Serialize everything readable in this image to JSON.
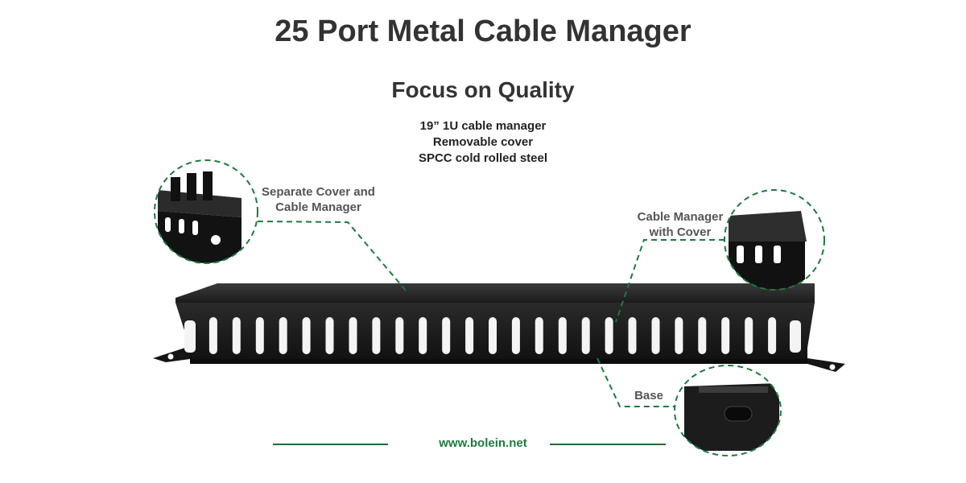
{
  "header": {
    "title": "25 Port Metal Cable Manager",
    "subtitle": "Focus on Quality"
  },
  "features": [
    "19” 1U cable manager",
    "Removable cover",
    "SPCC cold rolled steel"
  ],
  "callouts": {
    "separate_cover": [
      "Separate Cover and",
      "Cable Manager"
    ],
    "with_cover": [
      "Cable Manager",
      "with Cover"
    ],
    "base": "Base"
  },
  "footer": {
    "website": "www.bolein.net"
  },
  "colors": {
    "accent_green": "#1e7a3f",
    "product_black": "#1a1a1a",
    "heading_gray": "#333333"
  }
}
